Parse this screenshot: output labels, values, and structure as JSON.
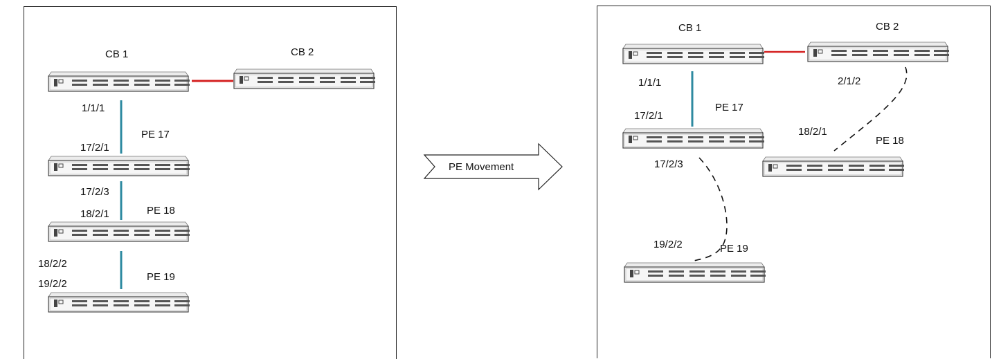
{
  "arrow": {
    "label": "PE Movement"
  },
  "before": {
    "nodes": [
      {
        "id": "cb1",
        "label": "CB 1"
      },
      {
        "id": "cb2",
        "label": "CB 2"
      },
      {
        "id": "pe17",
        "label": "PE 17"
      },
      {
        "id": "pe18",
        "label": "PE 18"
      },
      {
        "id": "pe19",
        "label": "PE 19"
      }
    ],
    "ports": [
      "1/1/1",
      "17/2/1",
      "17/2/3",
      "18/2/1",
      "18/2/2",
      "19/2/2"
    ]
  },
  "after": {
    "nodes": [
      {
        "id": "cb1",
        "label": "CB 1"
      },
      {
        "id": "cb2",
        "label": "CB 2"
      },
      {
        "id": "pe17",
        "label": "PE 17"
      },
      {
        "id": "pe18",
        "label": "PE 18"
      },
      {
        "id": "pe19",
        "label": "PE 19"
      }
    ],
    "ports": [
      "1/1/1",
      "2/1/2",
      "17/2/1",
      "17/2/3",
      "18/2/1",
      "19/2/2"
    ]
  },
  "colors": {
    "stack_link": "#d42020",
    "pe_link": "#2e8aa0",
    "dashed_link": "#111111",
    "border": "#222222"
  }
}
